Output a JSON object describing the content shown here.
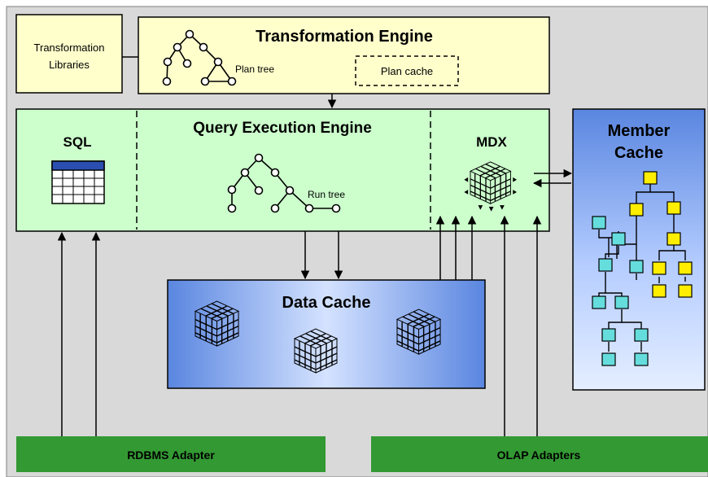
{
  "transformation_libraries": {
    "line1": "Transformation",
    "line2": "Libraries"
  },
  "transformation_engine": {
    "title": "Transformation Engine",
    "plan_tree_label": "Plan tree",
    "plan_cache_label": "Plan cache"
  },
  "query_execution_engine": {
    "title": "Query Execution Engine",
    "sql_label": "SQL",
    "run_tree_label": "Run tree",
    "mdx_label": "MDX"
  },
  "member_cache": {
    "line1": "Member",
    "line2": "Cache"
  },
  "data_cache": {
    "title": "Data Cache"
  },
  "rdbms_adapter": {
    "label": "RDBMS Adapter"
  },
  "olap_adapters": {
    "label": "OLAP Adapters"
  },
  "colors": {
    "background": "#d9d9d9",
    "cream": "#ffffcc",
    "light_green": "#ccffcc",
    "adapter_green": "#339933",
    "blue_dark": "#5a86e0",
    "blue_light": "#d6e4ff",
    "cyan_node": "#66dddd",
    "yellow_node": "#ffee00"
  }
}
